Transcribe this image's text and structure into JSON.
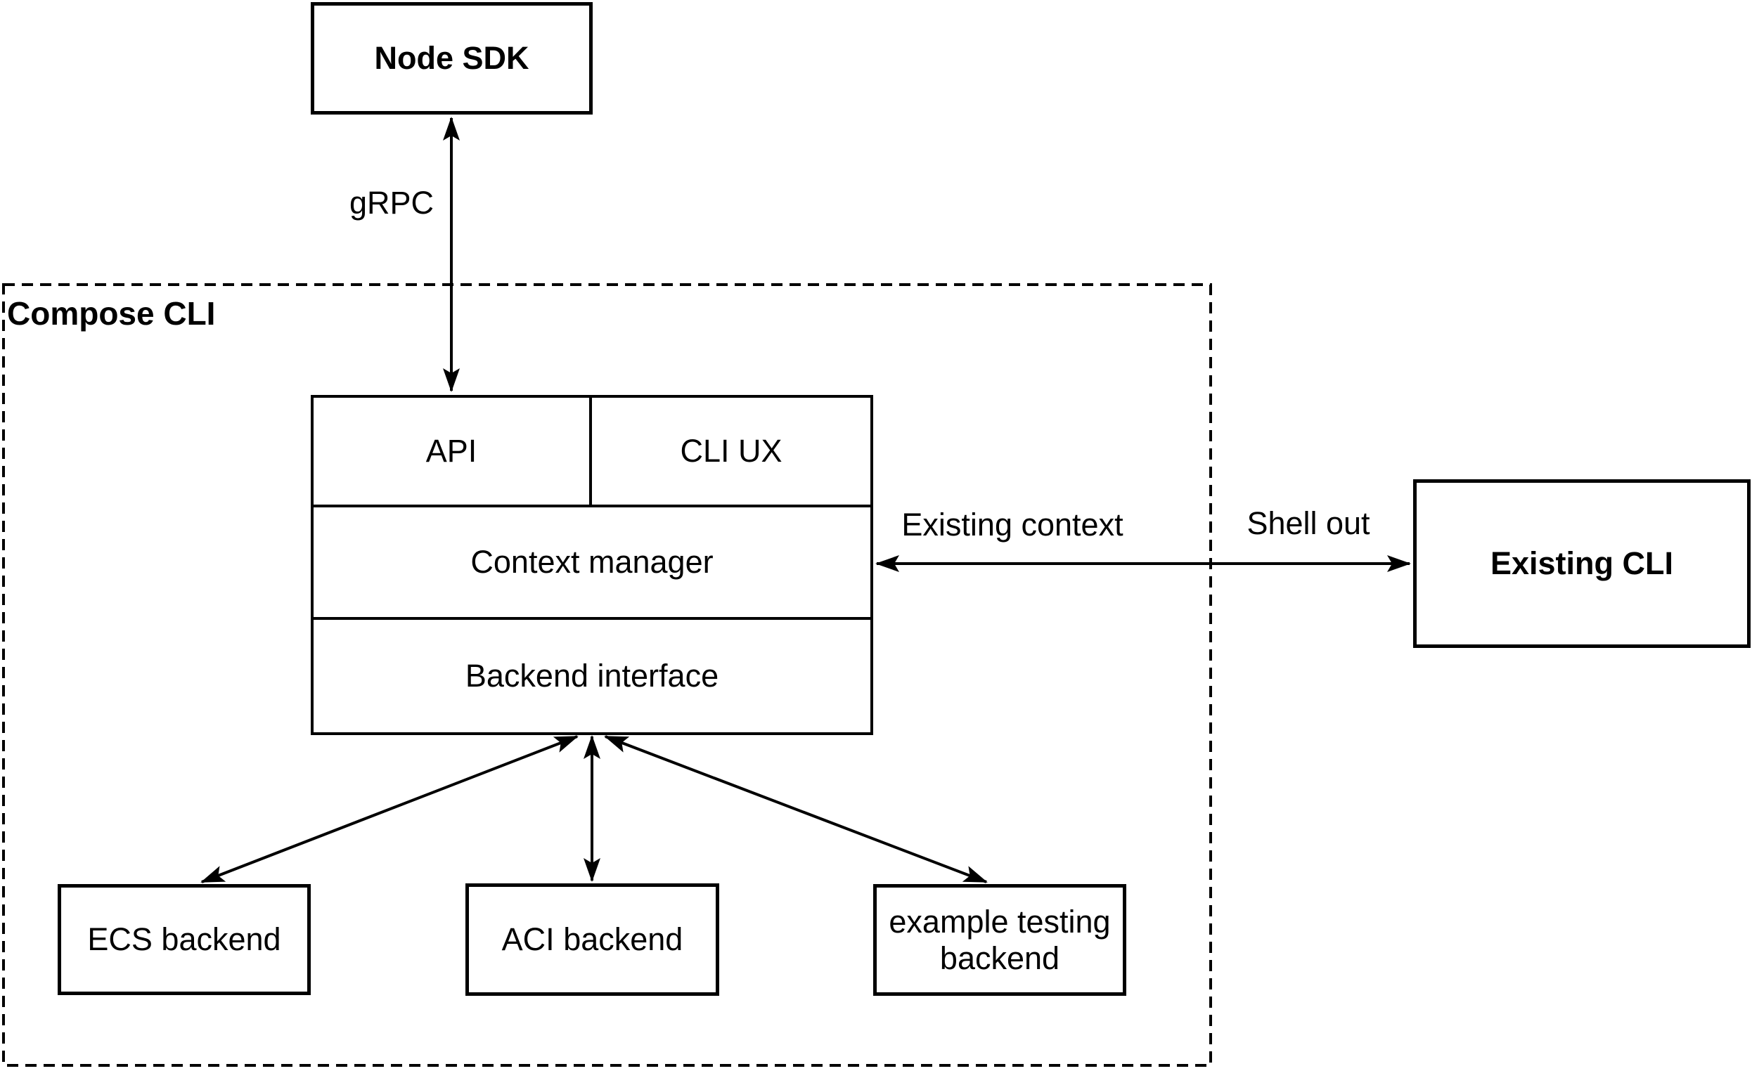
{
  "nodes": {
    "node_sdk": {
      "label": "Node SDK"
    },
    "compose_cli_container": {
      "label": "Compose CLI"
    },
    "api": {
      "label": "API"
    },
    "cli_ux": {
      "label": "CLI UX"
    },
    "context_manager": {
      "label": "Context manager"
    },
    "backend_interface": {
      "label": "Backend interface"
    },
    "existing_cli": {
      "label": "Existing CLI"
    },
    "ecs_backend": {
      "label": "ECS backend"
    },
    "aci_backend": {
      "label": "ACI backend"
    },
    "example_backend": {
      "line1": "example testing",
      "line2": "backend"
    }
  },
  "edges": {
    "grpc": {
      "label": "gRPC"
    },
    "existing_context": {
      "label": "Existing context"
    },
    "shell_out": {
      "label": "Shell out"
    }
  },
  "colors": {
    "line": "#000000",
    "text": "#000000",
    "background": "#ffffff"
  }
}
